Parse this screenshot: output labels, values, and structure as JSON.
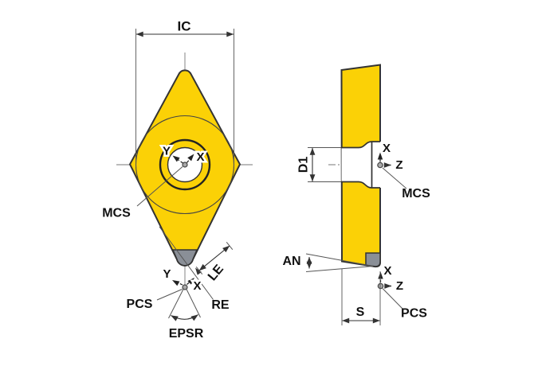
{
  "drawing_title": "indexable-insert-dimension-drawing",
  "colors": {
    "insert_body": "#fbd106",
    "cutting_tip_gray": "#8a8f97",
    "outline": "#333333",
    "dimension_line": "#555555",
    "text": "#111111",
    "background": "#ffffff"
  },
  "front_view": {
    "dim_inscribed_circle": "IC",
    "label_mcs": "MCS",
    "hole_axis_y": "Y",
    "hole_axis_x": "X",
    "tip_axis_y": "Y",
    "tip_axis_x": "X",
    "label_pcs": "PCS",
    "dim_edge_length": "LE",
    "dim_corner_radius": "RE",
    "dim_corner_angle": "EPSR"
  },
  "side_view": {
    "dim_hole_diameter": "D1",
    "label_mcs": "MCS",
    "mcs_axis_x": "X",
    "mcs_axis_z": "Z",
    "dim_clearance_angle": "AN",
    "pcs_axis_x": "X",
    "pcs_axis_z": "Z",
    "dim_thickness": "S",
    "label_pcs": "PCS"
  }
}
